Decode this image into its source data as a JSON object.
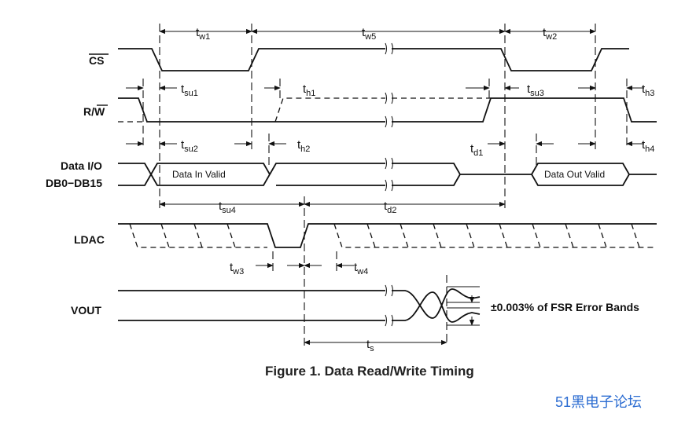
{
  "signals": {
    "cs": "CS",
    "rw_r": "R/",
    "rw_w": "W",
    "data_io": "Data I/O",
    "db": "DB0−DB15",
    "ldac": "LDAC",
    "vout_v": "V",
    "vout_sub": "OUT"
  },
  "boxes": {
    "data_in": "Data In Valid",
    "data_out": "Data Out Valid"
  },
  "timing": {
    "tw1": "w1",
    "tw5": "w5",
    "tw2": "w2",
    "tsu1": "su1",
    "th1": "h1",
    "tsu3": "su3",
    "th3": "h3",
    "tsu2": "su2",
    "th2": "h2",
    "td1": "d1",
    "th4": "h4",
    "tsu4": "su4",
    "td2": "d2",
    "tw3": "w3",
    "tw4": "w4",
    "ts": "s",
    "t": "t"
  },
  "error_band": "±0.003% of FSR Error Bands",
  "caption": "Figure 1. Data Read/Write Timing",
  "watermark": "51黑电子论坛",
  "colors": {
    "ink": "#111111",
    "watermark": "#2a6bd1"
  }
}
